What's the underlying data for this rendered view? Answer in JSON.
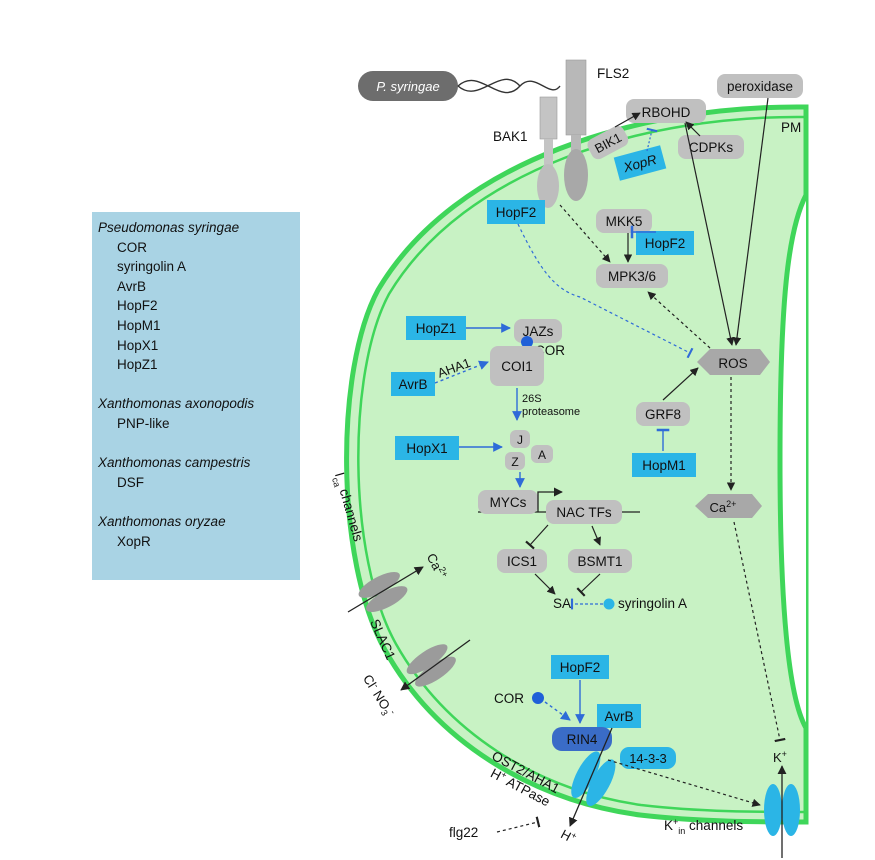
{
  "legend": {
    "groups": [
      {
        "name": "Pseudomonas syringae",
        "items": [
          "COR",
          "syringolin A",
          "AvrB",
          "HopF2",
          "HopM1",
          "HopX1",
          "HopZ1"
        ]
      },
      {
        "name": "Xanthomonas axonopodis",
        "items": [
          "PNP-like"
        ]
      },
      {
        "name": "Xanthomonas campestris",
        "items": [
          "DSF"
        ]
      },
      {
        "name": "Xanthomonas oryzae",
        "items": [
          "XopR"
        ]
      }
    ]
  },
  "labels": {
    "p_syringae": "P. syringae",
    "fls2": "FLS2",
    "bak1": "BAK1",
    "bik1": "BIK1",
    "rbohd": "RBOHD",
    "peroxidase": "peroxidase",
    "pm": "PM",
    "cdpks": "CDPKs",
    "xopr": "XopR",
    "hopf2_top": "HopF2",
    "mkk5": "MKK5",
    "hopf2_mid": "HopF2",
    "mpk36": "MPK3/6",
    "hopz1": "HopZ1",
    "jazs": "JAZs",
    "cor_near_jaz": "COR",
    "coi1": "COI1",
    "aha1": "AHA1",
    "avrb_left": "AvrB",
    "ros": "ROS",
    "proteasome_1": "26S",
    "proteasome_2": "proteasome",
    "grf8": "GRF8",
    "hopx1": "HopX1",
    "j": "J",
    "z": "Z",
    "a": "A",
    "hopm1": "HopM1",
    "mycs": "MYCs",
    "nac_tfs": "NAC TFs",
    "ca_ros": "Ca",
    "ca_ros_sup": "2+",
    "ica_channels_1": "I",
    "ica_channels_sub": "ca",
    "ica_channels_2": " channels",
    "ca_in_1": "Ca",
    "ca_in_sup": "2+",
    "ics1": "ICS1",
    "bsmt1": "BSMT1",
    "sa": "SA",
    "syringolin": "syringolin A",
    "slac1": "SLAC1",
    "cl_no3": "Cl",
    "cl_sup": "-",
    "no3": " NO",
    "no3_sub": "3",
    "no3_sup": "-",
    "hopf2_bottom": "HopF2",
    "cor_bottom": "COR",
    "avrb_bottom": "AvrB",
    "rin4": "RIN4",
    "p1433": "14-3-3",
    "ost2_1": "OST2/AHA1",
    "ost2_2": "H",
    "ost2_2_sup": "+",
    "ost2_2b": " ATPase",
    "h_plus": "H",
    "h_plus_sup": "+",
    "flg22": "flg22",
    "kin_1": "K",
    "kin_sup": "+",
    "kin_sub": "in",
    "kin_2": " channels",
    "k_plus": "K",
    "k_plus_sup": "+"
  },
  "colors": {
    "cell_fill": "#c8f2c4",
    "membrane": "#3fd65a",
    "effector": "#2bb5e6",
    "effector_dark": "#3a6cc7",
    "host_protein": "#c0c0c0",
    "legend_bg": "#a9d3e4",
    "signal_line_blue": "#2f6bd8"
  }
}
